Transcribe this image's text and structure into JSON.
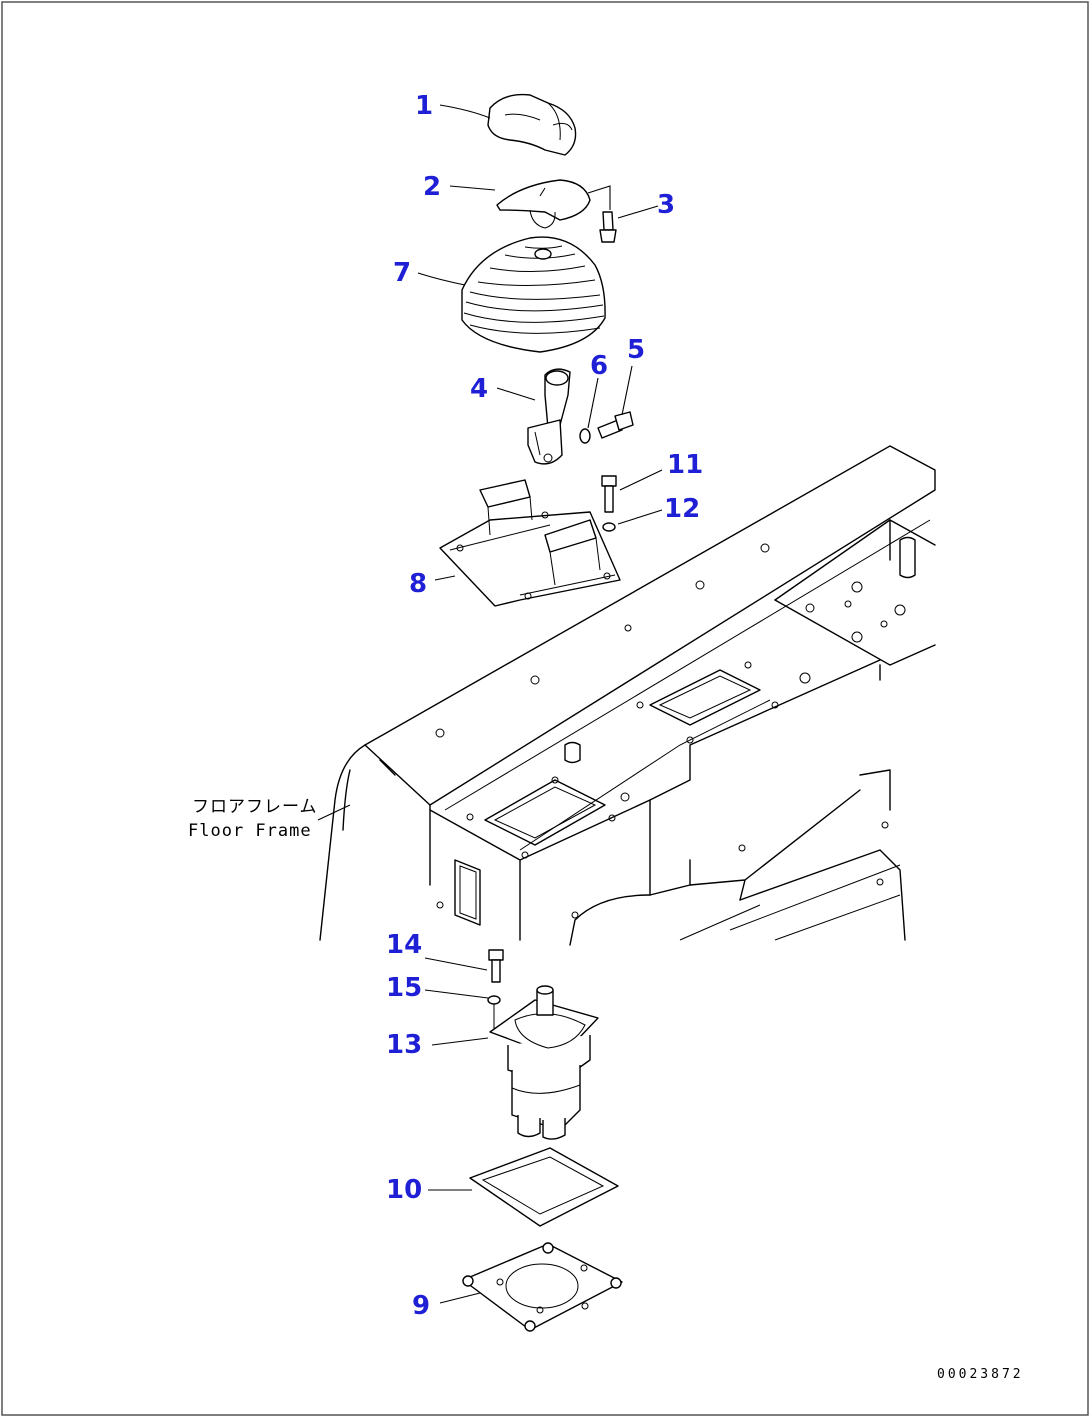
{
  "diagram": {
    "callouts": [
      {
        "id": "1",
        "label": "1"
      },
      {
        "id": "2",
        "label": "2"
      },
      {
        "id": "3",
        "label": "3"
      },
      {
        "id": "4",
        "label": "4"
      },
      {
        "id": "5",
        "label": "5"
      },
      {
        "id": "6",
        "label": "6"
      },
      {
        "id": "7",
        "label": "7"
      },
      {
        "id": "8",
        "label": "8"
      },
      {
        "id": "9",
        "label": "9"
      },
      {
        "id": "10",
        "label": "10"
      },
      {
        "id": "11",
        "label": "11"
      },
      {
        "id": "12",
        "label": "12"
      },
      {
        "id": "13",
        "label": "13"
      },
      {
        "id": "14",
        "label": "14"
      },
      {
        "id": "15",
        "label": "15"
      }
    ],
    "frame_label_jp": "フロアフレーム",
    "frame_label_en": "Floor Frame",
    "drawing_code": "00023872"
  },
  "colors": {
    "callout": "#1f1fd6",
    "line": "#000000",
    "background": "#ffffff"
  }
}
